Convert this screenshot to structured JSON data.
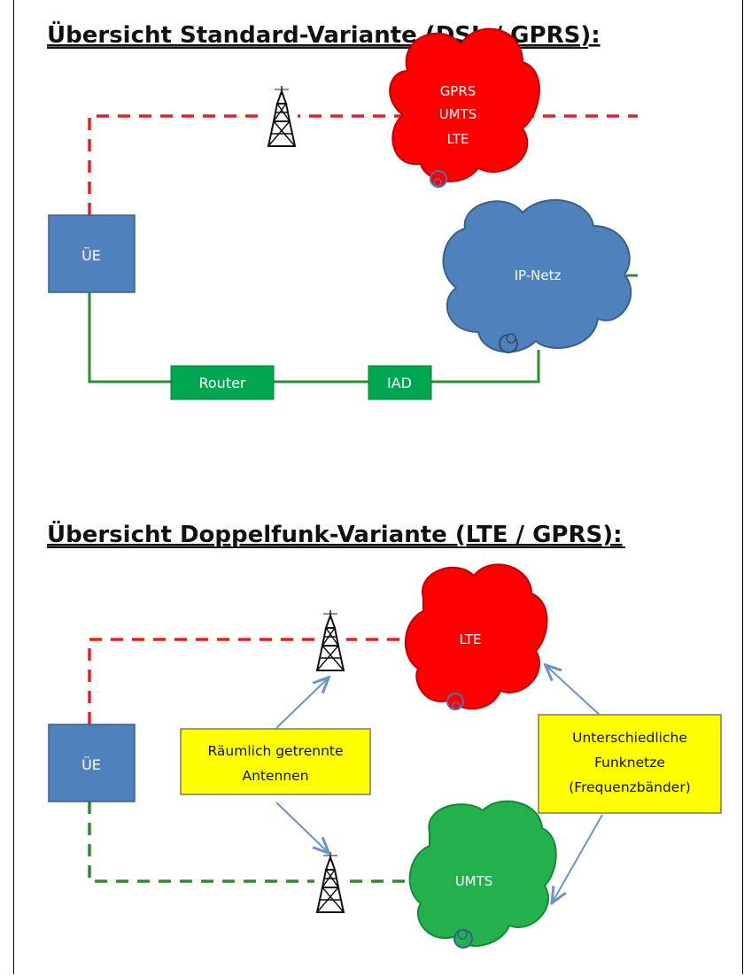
{
  "sections": [
    {
      "title": "Übersicht Standard-Variante (DSL / GPRS):",
      "ue_label": "ÜE",
      "mobile_cloud": [
        "GPRS",
        "UMTS",
        "LTE"
      ],
      "ip_cloud": "IP-Netz",
      "router_label": "Router",
      "iad_label": "IAD"
    },
    {
      "title": "Übersicht Doppelfunk-Variante (LTE / GPRS):",
      "ue_label": "ÜE",
      "cloud_top": "LTE",
      "cloud_bottom": "UMTS",
      "callout_antennas": [
        "Räumlich getrennte",
        "Antennen"
      ],
      "callout_networks": [
        "Unterschiedliche",
        "Funknetze",
        "(Frequenzbänder)"
      ]
    }
  ],
  "colors": {
    "box_blue": "#4f81bd",
    "box_green": "#00a650",
    "link_green": "#2e8b2e",
    "dash_red": "#ee1c1c",
    "cloud_red": "#ff0000",
    "cloud_blue": "#4f81bd",
    "cloud_green": "#22b14c",
    "callout_fill": "#ffff00",
    "arrow_blue": "#6a93c6"
  }
}
